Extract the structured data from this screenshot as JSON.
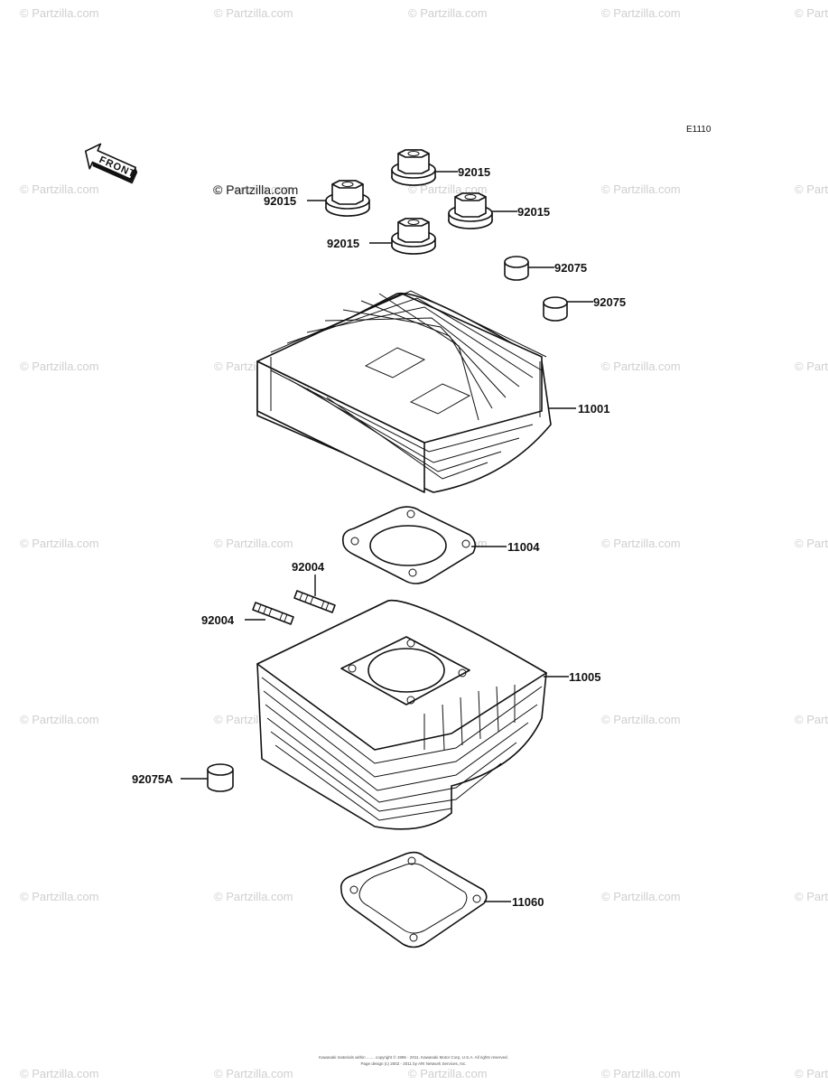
{
  "watermark": "© Partzilla.com",
  "diagram_code": "E1110",
  "copyright_mark": "© Partzilla.com",
  "front_label": "FRONT",
  "footer": {
    "line1": "Kawasaki materials within ....... copyright © 1995 - 2011. Kawasaki Motor Corp, U.S.A. All rights reserved.",
    "line2": "Page design (c) 2002 - 2011 by ARI Network Services, Inc."
  },
  "parts": {
    "nut_top": "92015",
    "nut_left": "92015",
    "nut_right": "92015",
    "nut_bottom": "92015",
    "dowel_upper": "92075",
    "dowel_lower": "92075",
    "cylinder_head": "11001",
    "head_gasket": "11004",
    "stud_upper": "92004",
    "stud_lower": "92004",
    "cylinder": "11005",
    "dowel_a": "92075A",
    "base_gasket": "11060"
  }
}
